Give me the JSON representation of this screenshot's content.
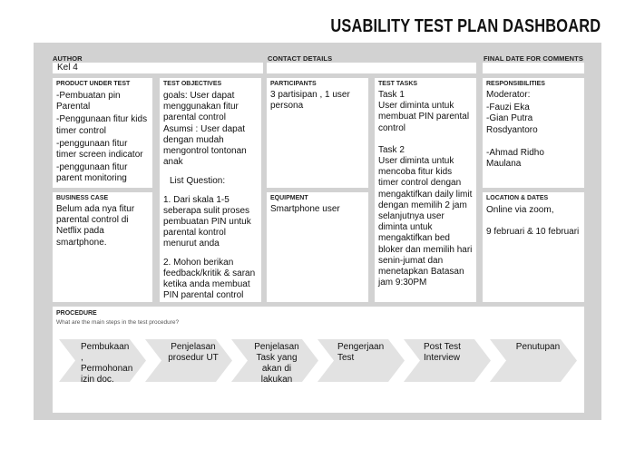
{
  "title": "USABILITY TEST PLAN DASHBOARD",
  "author": {
    "header": "AUTHOR",
    "value": "Kel 4"
  },
  "contact": {
    "header": "CONTACT DETAILS",
    "value": ""
  },
  "final_date": {
    "header": "FINAL DATE FOR COMMENTS",
    "value": ""
  },
  "product_under_test": {
    "header": "PRODUCT UNDER TEST",
    "items": [
      "-Pembuatan pin Parental",
      "-Penggunaan fitur kids timer control",
      "-penggunaan fitur timer screen indicator",
      "-penggunaan fitur parent monitoring"
    ]
  },
  "business_case": {
    "header": "BUSINESS CASE",
    "text": "Belum ada nya fitur parental control di Netflix pada smartphone."
  },
  "test_objectives": {
    "header": "TEST OBJECTIVES",
    "goals": "goals: User dapat menggunakan fitur parental control",
    "assumption": "Asumsi : User dapat dengan mudah mengontrol tontonan anak",
    "list_heading": "List Question:",
    "questions": [
      "1. Dari skala 1-5 seberapa sulit proses pembuatan PIN untuk parental kontrol menurut anda",
      "2. Mohon berikan feedback/kritik & saran ketika anda membuat PIN parental control"
    ]
  },
  "participants": {
    "header": "PARTICIPANTS",
    "text": "3 partisipan , 1 user persona"
  },
  "equipment": {
    "header": "EQUIPMENT",
    "text": "Smartphone user"
  },
  "test_tasks": {
    "header": "TEST TASKS",
    "task1_title": "Task 1",
    "task1_text": "User diminta untuk membuat PIN parental control",
    "task2_title": "Task 2",
    "task2_text": "User diminta untuk mencoba fitur kids timer control dengan mengaktifkan daily limit dengan memilih 2 jam selanjutnya user diminta untuk mengaktifkan bed bloker dan memilih hari senin-jumat dan menetapkan Batasan jam 9:30PM"
  },
  "responsibilities": {
    "header": "RESPONSIBILITIES",
    "moderator_label": "Moderator:",
    "moderators": [
      "-Fauzi Eka",
      "-Gian Putra Rosdyantoro"
    ],
    "other": "-Ahmad Ridho Maulana"
  },
  "location_dates": {
    "header": "LOCATION & DATES",
    "location": "Online via zoom,",
    "dates": "9 februari & 10 februari"
  },
  "procedure": {
    "header": "PROCEDURE",
    "question": "What are the main steps in the test procedure?",
    "steps": [
      {
        "line1": "Pembukaan",
        "line2": ",",
        "line3": "Permohonan",
        "line4": "izin doc."
      },
      {
        "line1": "Penjelasan",
        "line2": "prosedur UT",
        "line3": "",
        "line4": ""
      },
      {
        "line1": "Penjelasan",
        "line2": "Task yang",
        "line3": "akan di",
        "line4": "lakukan"
      },
      {
        "line1": "Pengerjaan",
        "line2": "Test",
        "line3": "",
        "line4": ""
      },
      {
        "line1": "Post Test",
        "line2": "Interview",
        "line3": "",
        "line4": ""
      },
      {
        "line1": "Penutupan",
        "line2": "",
        "line3": "",
        "line4": ""
      }
    ],
    "chevron_color": "#e2e2e2"
  }
}
